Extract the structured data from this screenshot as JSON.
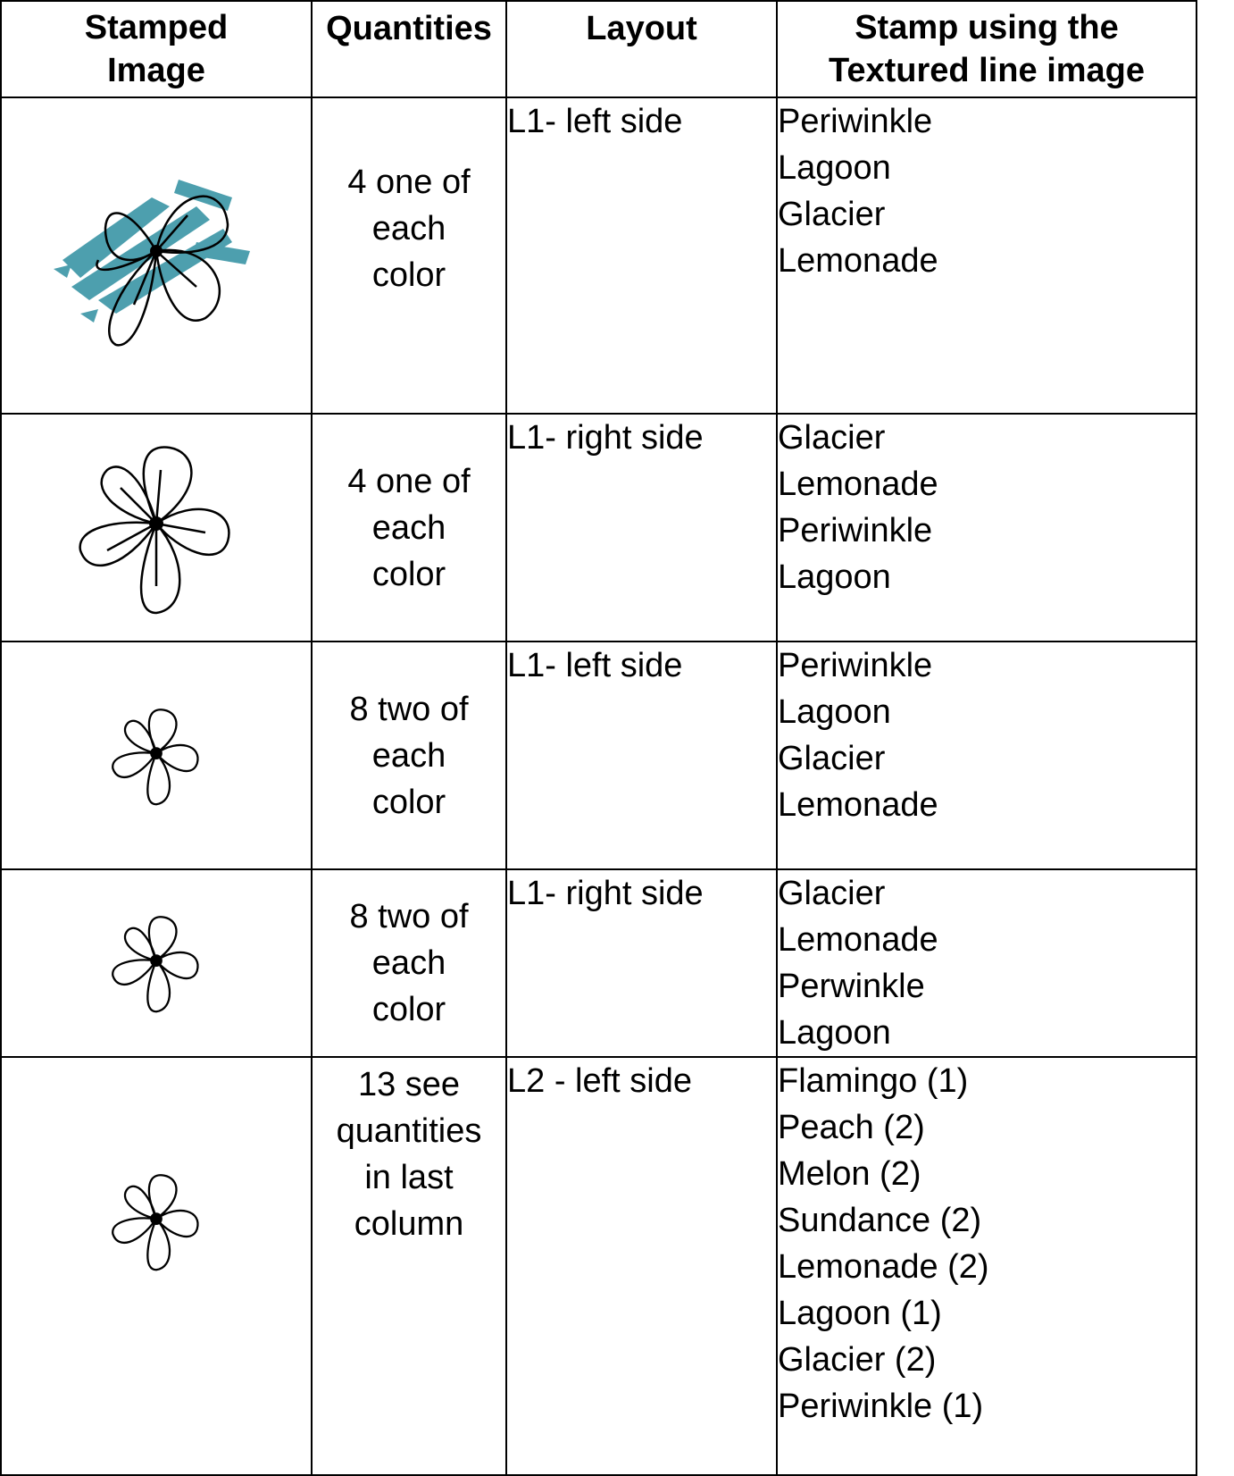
{
  "table": {
    "headers": {
      "image": [
        "Stamped",
        "Image"
      ],
      "quantities": "Quantities",
      "layout": "Layout",
      "stamp": [
        "Stamp using the",
        "Textured line image"
      ]
    },
    "rows": [
      {
        "image_icon": "textured-flower-icon",
        "quantity": [
          "4 one of",
          "each",
          "color"
        ],
        "layout": "L1- left side",
        "colors": [
          "Periwinkle",
          "Lagoon",
          "Glacier",
          "Lemonade"
        ]
      },
      {
        "image_icon": "large-flower-outline-icon",
        "quantity": [
          "4 one of",
          "each",
          "color"
        ],
        "layout": "L1- right side",
        "colors": [
          "Glacier",
          "Lemonade",
          "Periwinkle",
          "Lagoon"
        ]
      },
      {
        "image_icon": "small-flower-outline-icon",
        "quantity": [
          "8 two of",
          "each",
          "color"
        ],
        "layout": "L1- left side",
        "colors": [
          "Periwinkle",
          "Lagoon",
          "Glacier",
          "Lemonade"
        ]
      },
      {
        "image_icon": "small-flower-outline-icon",
        "quantity": [
          "8 two of",
          "each",
          "color"
        ],
        "layout": "L1- right side",
        "colors": [
          "Glacier",
          "Lemonade",
          "Perwinkle",
          "Lagoon"
        ]
      },
      {
        "image_icon": "small-flower-outline-icon",
        "quantity": [
          "13 see",
          "quantities",
          "in last",
          "column"
        ],
        "layout": "L2 - left side",
        "colors": [
          "Flamingo (1)",
          "Peach (2)",
          "Melon (2)",
          "Sundance (2)",
          "Lemonade (2)",
          "Lagoon (1)",
          "Glacier (2)",
          "Periwinkle (1)"
        ]
      }
    ]
  },
  "colors": {
    "texture_teal": "#2f8fa0",
    "ink": "#000000"
  }
}
